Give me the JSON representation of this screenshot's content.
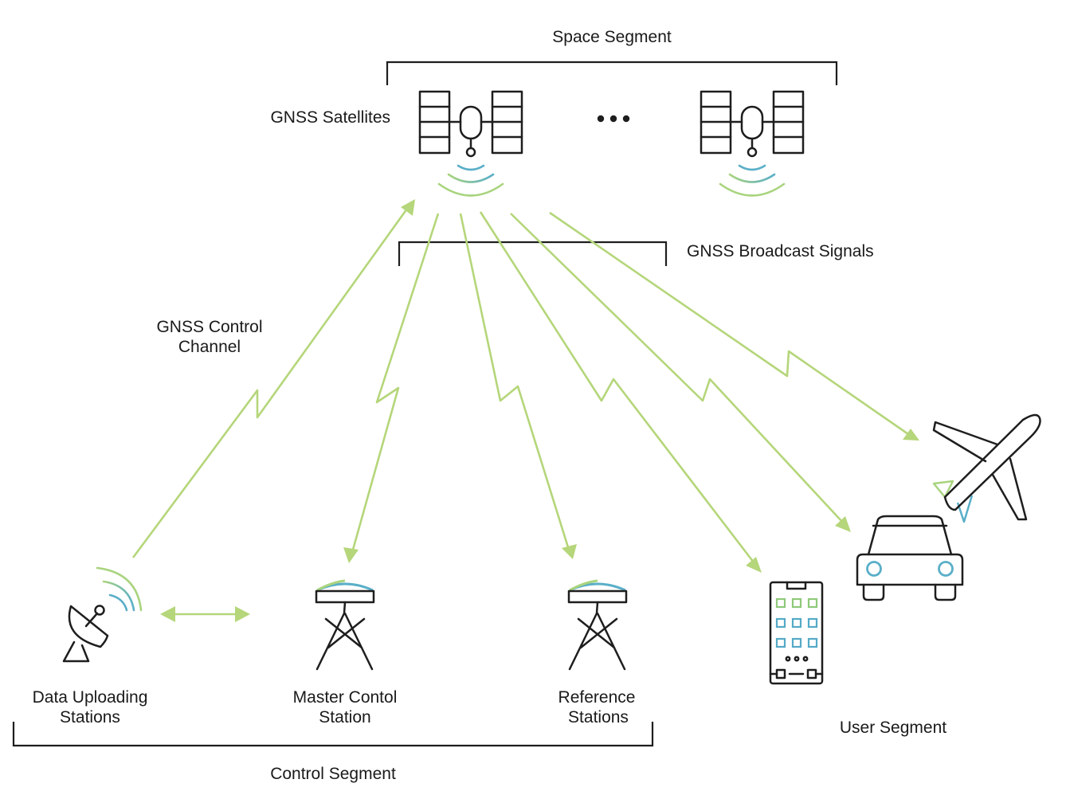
{
  "labels": {
    "space_segment": "Space Segment",
    "gnss_satellites": "GNSS Satellites",
    "broadcast_signals": "GNSS Broadcast Signals",
    "control_channel_line1": "GNSS Control",
    "control_channel_line2": "Channel",
    "data_uploading_line1": "Data Uploading",
    "data_uploading_line2": "Stations",
    "master_control_line1": "Master Contol",
    "master_control_line2": "Station",
    "reference_line1": "Reference",
    "reference_line2": "Stations",
    "user_segment": "User Segment",
    "control_segment": "Control Segment"
  },
  "colors": {
    "ink": "#1e1e1e",
    "arrow_green": "#b5d67a",
    "signal_teal": "#5aafc8",
    "signal_green": "#a9d47e",
    "app_green": "#8ec97a",
    "app_teal": "#54aac6"
  },
  "icons": [
    "satellite-icon",
    "satellite-dish-icon",
    "gnss-antenna-icon",
    "smartphone-icon",
    "car-icon",
    "airplane-icon",
    "ellipsis-icon"
  ]
}
